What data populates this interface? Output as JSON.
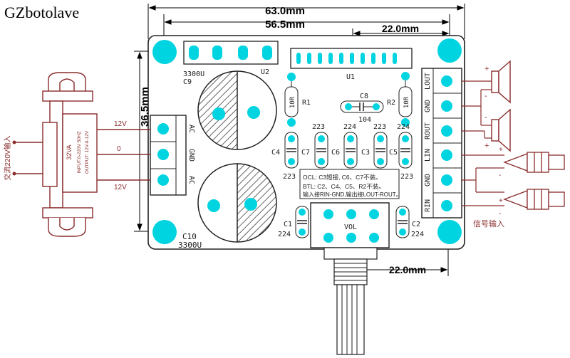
{
  "brand": "GZbotolave",
  "dimensions": {
    "overall_width": "63.0mm",
    "hole_spacing": "56.5mm",
    "top_right_spacing": "22.0mm",
    "height": "36.5mm",
    "bottom_spacing": "22.0mm"
  },
  "board": {
    "cap_c9_top": "3300U",
    "cap_c9_name": "C9",
    "cap_c10_name": "C10",
    "cap_c10_value": "3300U",
    "reg_u2": "U2",
    "ic_u1": "U1",
    "r1_value": "10R",
    "r1_name": "R1",
    "r2_value": "10R",
    "r2_name": "R2",
    "c8_name": "C8",
    "c8_value": "104",
    "cap_labels_top": [
      "223",
      "224",
      "223",
      "224"
    ],
    "cap_names": [
      "C4",
      "C7",
      "C6",
      "C3",
      "C5"
    ],
    "cap_values_bottom_left": "223",
    "cap_values_bottom_right": "223",
    "c1_name": "C1",
    "c1_value": "224",
    "c2_name": "C2",
    "c2_value": "224",
    "vol_label": "VOL",
    "power_pins": [
      "AC",
      "GND",
      "AC"
    ],
    "output_pins": [
      "LOUT",
      "GND",
      "ROUT",
      "LIN",
      "GND",
      "RIN"
    ],
    "notes": [
      "OCL: C3短接, C6、C7不装。",
      "BTL: C2、C4、C5、R2不装。",
      "输入接RIN-GND,输出接LOUT-ROUT。"
    ]
  },
  "transformer": {
    "input_label": "交流220V输入",
    "rating": "32VA",
    "input_spec": "INPUT:0-220V 50HZ",
    "output_spec": "OUTPUT: 12V-0-12V",
    "tap_12v_top": "12V",
    "tap_zero": "0",
    "tap_12v_bottom": "12V"
  },
  "signal_input_label": "信号输入",
  "speaker_polarity": [
    "+",
    "-",
    "-",
    "+"
  ],
  "rca_polarity": [
    "+",
    "-",
    "+",
    "-"
  ],
  "colors": {
    "pad": "#00d4e0",
    "board_outline": "#202020",
    "transformer": "#8a2c2c",
    "dimension": "#000000"
  }
}
